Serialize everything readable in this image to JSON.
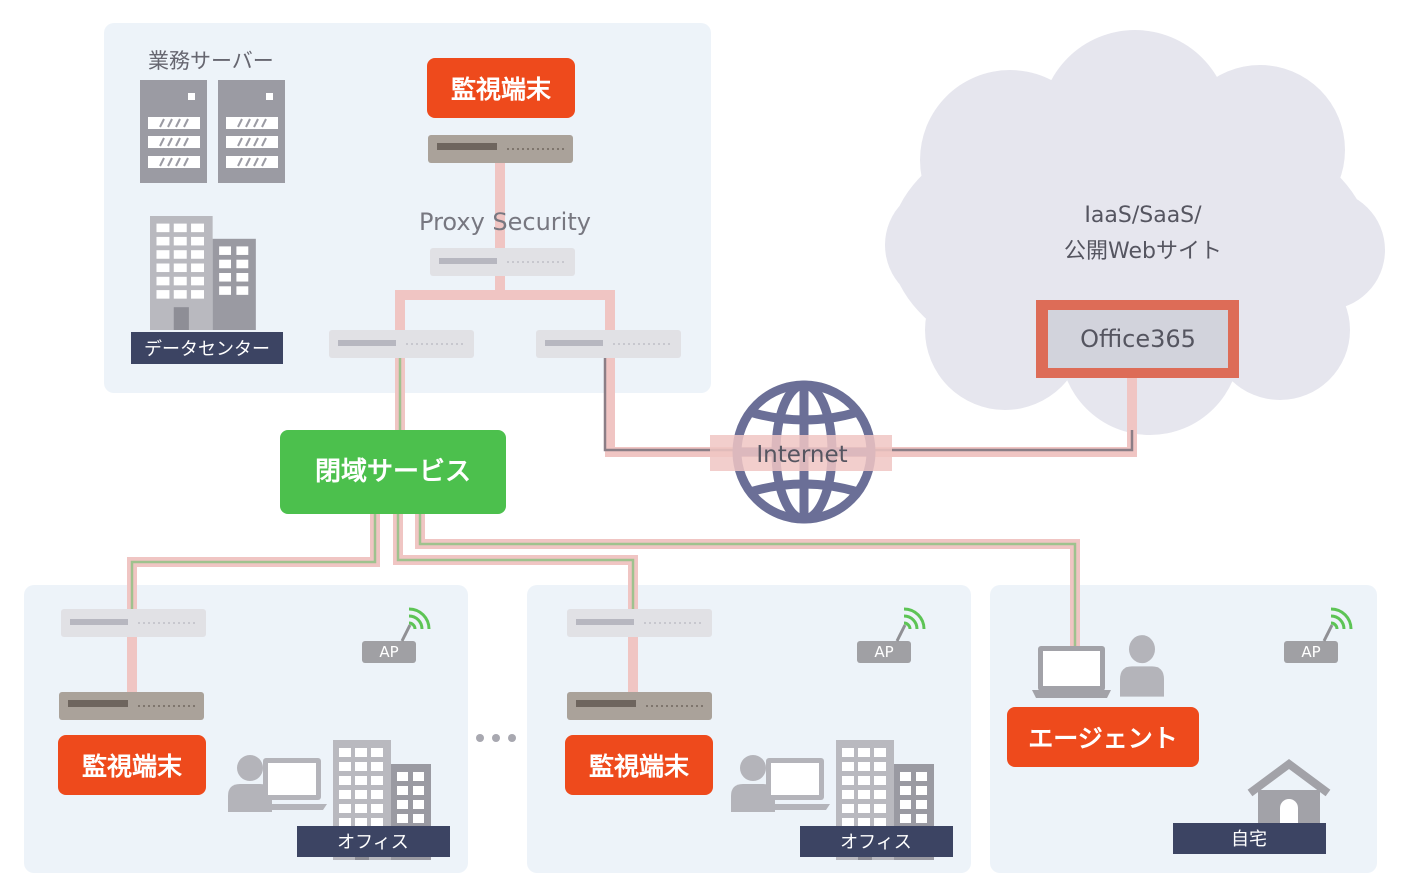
{
  "datacenter": {
    "server_label": "業務サーバー",
    "building_label": "データセンター",
    "monitor_label": "監視端末",
    "proxy_label": "Proxy Security"
  },
  "cloud": {
    "line1": "IaaS/SaaS/",
    "line2": "公開Webサイト",
    "office_label": "Office365"
  },
  "internet_label": "Internet",
  "closed_network_label": "閉域サービス",
  "offices": [
    {
      "monitor_label": "監視端末",
      "ap_label": "AP",
      "place_label": "オフィス"
    },
    {
      "monitor_label": "監視端末",
      "ap_label": "AP",
      "place_label": "オフィス"
    }
  ],
  "home": {
    "agent_label": "エージェント",
    "ap_label": "AP",
    "place_label": "自宅"
  },
  "colors": {
    "panel_bg": "#edf3f9",
    "monitor_orange": "#ee4a1c",
    "closed_green": "#4cc04d",
    "navy_label": "#3c4463",
    "globe_blue": "#6b6f97",
    "office_border": "#dd6c57",
    "pink_line": "#f0c5c3",
    "green_line": "#9fc28e"
  }
}
